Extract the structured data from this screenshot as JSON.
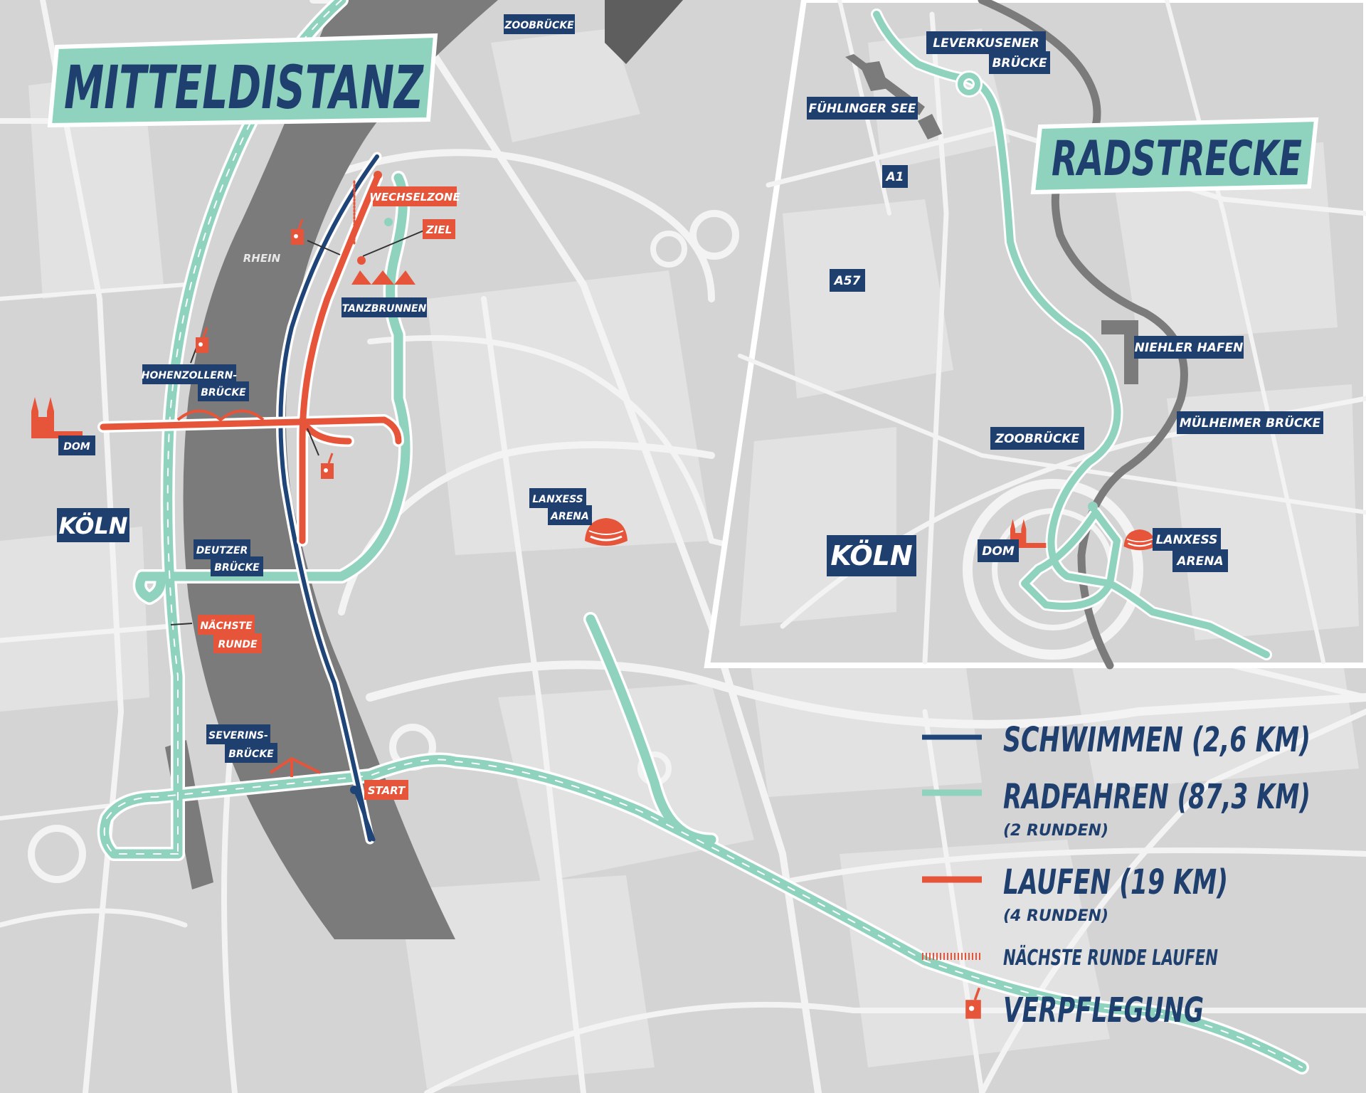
{
  "titles": {
    "main": "MITTELDISTANZ",
    "inset": "RADSTRECKE"
  },
  "labels": {
    "zoobruecke_top": "ZOOBRÜCKE",
    "rhein": "RHEIN",
    "wechselzone": "WECHSELZONE",
    "ziel": "ZIEL",
    "tanzbrunnen": "TANZBRUNNEN",
    "hohenzollern_1": "HOHENZOLLERN-",
    "hohenzollern_2": "BRÜCKE",
    "dom": "DOM",
    "koeln": "KÖLN",
    "lanxess_1": "LANXESS",
    "lanxess_2": "ARENA",
    "deutzer_1": "DEUTZER",
    "deutzer_2": "BRÜCKE",
    "naechste_1": "NÄCHSTE",
    "naechste_2": "RUNDE",
    "severins_1": "SEVERINS-",
    "severins_2": "BRÜCKE",
    "start": "START"
  },
  "inset_labels": {
    "leverkusener_1": "LEVERKUSENER",
    "leverkusener_2": "BRÜCKE",
    "fuehlinger_see": "FÜHLINGER SEE",
    "a1": "A1",
    "a57": "A57",
    "niehler_hafen": "NIEHLER HAFEN",
    "muelheimer_bruecke": "MÜLHEIMER BRÜCKE",
    "zoobruecke": "ZOOBRÜCKE",
    "dom": "DOM",
    "koeln": "KÖLN",
    "lanxess_1": "LANXESS",
    "lanxess_2": "ARENA"
  },
  "legend": {
    "swim": "SCHWIMMEN (2,6 KM)",
    "bike": "RADFAHREN (87,3 KM)",
    "bike_sub": "(2 RUNDEN)",
    "run": "LAUFEN (19 KM)",
    "run_sub": "(4 RUNDEN)",
    "next_lap": "NÄCHSTE RUNDE LAUFEN",
    "aid": "VERPFLEGUNG"
  },
  "colors": {
    "swim": "#1e4478",
    "bike": "#8fd3bf",
    "run": "#e6553a",
    "navy": "#1f3f6e",
    "river": "#7b7b7b",
    "land": "#d4d4d4",
    "road": "#f2f2f2",
    "block": "#e3e3e3",
    "title_bg": "#8fd3bf"
  },
  "icons": {
    "cathedral": "cathedral-icon",
    "arena": "arena-icon",
    "drink": "drink-cup-icon",
    "bridge": "bridge-icon",
    "tent": "tanzbrunnen-tent-icon"
  }
}
